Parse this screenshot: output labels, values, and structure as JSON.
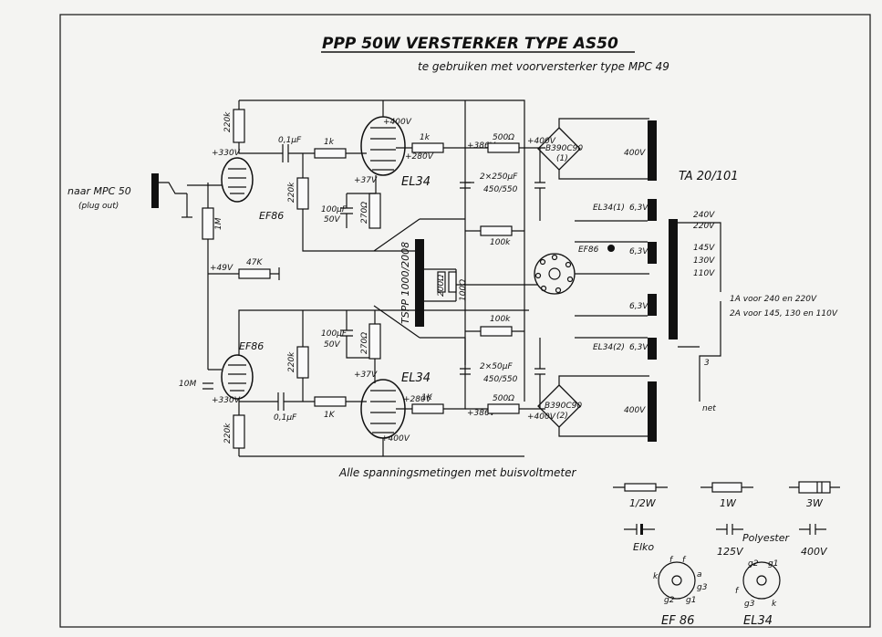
{
  "title": "PPP 50W VERSTERKER  TYPE AS50",
  "subtitle": "te gebruiken met voorversterker  type MPC 49",
  "input": {
    "label": "naar MPC 50",
    "sublabel": "(plug out)"
  },
  "tubes": {
    "ef86_top": "EF86",
    "ef86_bottom": "EF86",
    "el34_top": "EL34",
    "el34_bottom": "EL34",
    "ef86_socket": "EF86"
  },
  "output_transformer": "TSPP 1000/2008",
  "mains_transformer": "TA 20/101",
  "rectifier_top": {
    "type": "B390C90",
    "num": "(1)"
  },
  "rectifier_bottom": {
    "type": "B390C90",
    "num": "(2)"
  },
  "values": {
    "r220k_1": "220k",
    "v330_top": "+330V",
    "c01_top": "0,1µF",
    "r1k_top": "1k",
    "r1k_top2": "1k",
    "v386_top": "+386V",
    "r500_top": "500Ω",
    "v400_top": "+400V",
    "v400_plate_top": "+400V",
    "v280_top": "+280V",
    "v37_top": "+37V",
    "c100_top": "100µF",
    "v50_top": "50V",
    "r270_top": "270Ω",
    "r220k_2": "220k",
    "r1M": "1M",
    "cap_top": "2×250µF",
    "cap_top_v": "450/550",
    "r100k_top": "100k",
    "v49": "+49V",
    "r47k": "47K",
    "r100k_bottom": "100k",
    "r220k_3": "220k",
    "c100_bot": "100µF",
    "v50_bot": "50V",
    "r270_bot": "270Ω",
    "v37_bot": "+37V",
    "v330_bot": "+330V",
    "r10M": "10M",
    "c01_bot": "0,1µF",
    "r1k_bot": "1K",
    "r1k_bot2": "1K",
    "v280_bot": "+280V",
    "v386_bot": "+386V",
    "r500_bot": "500Ω",
    "v400_bot": "+400V",
    "v400_plate_bot": "+400V",
    "cap_bot": "2×50µF",
    "cap_bot_v": "450/550",
    "r220k_4": "220k",
    "r200": "200Ω",
    "r100": "100Ω",
    "v400_sec_top": "400V",
    "v400_sec_bot": "400V",
    "el34_1": "EL34(1)",
    "v63_1": "6,3V",
    "v63_2": "6,3V",
    "v63_3": "6,3V",
    "el34_2": "EL34(2)",
    "v63_4": "6,3V",
    "tap240": "240V",
    "tap220": "220V",
    "tap145": "145V",
    "tap130": "130V",
    "tap110": "110V",
    "net": "net",
    "fuse_num": "3"
  },
  "fuse_notes": [
    "1A  voor 240 en 220V",
    "2A  voor 145, 130 en 110V"
  ],
  "footer_note": "Alle spanningsmetingen met buisvoltmeter",
  "legend": {
    "r_half": "1/2W",
    "r_1": "1W",
    "r_3": "3W",
    "elko": "Elko",
    "poly": "Polyester",
    "poly_125": "125V",
    "poly_400": "400V",
    "ef86_pins": [
      "k",
      "f",
      "f",
      "a",
      "g3",
      "g2",
      "g1"
    ],
    "el34_pins": [
      "g2",
      "g1",
      "f",
      "g3",
      "k"
    ],
    "ef86_label": "EF 86",
    "el34_label": "EL34"
  }
}
